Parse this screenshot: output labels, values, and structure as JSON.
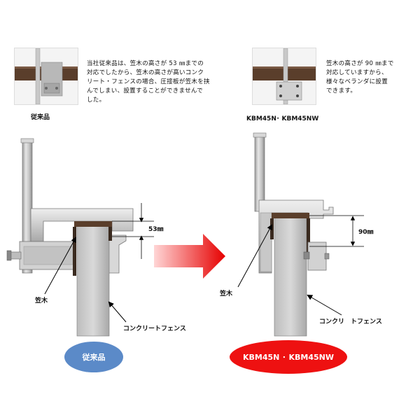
{
  "left_panel": {
    "photo_caption": "従来品",
    "description_lines": [
      "当社従来品は、笠木の高さが 53 ㎜までの",
      "対応でしたから、笠木の高さが高いコンク",
      "リート・フェンスの場合、圧接板が笠木を挟",
      "んでしまい、設置することができませんで",
      "した。"
    ],
    "dimension_label": "53㎜",
    "kasagi_label": "笠木",
    "fence_label": "コンクリートフェンス",
    "badge_label": "従来品"
  },
  "right_panel": {
    "photo_caption": "KBM45N･ KBM45NW",
    "description_lines": [
      "笠木の高さが 90 ㎜まで",
      "対応していますから、",
      "様々なベランダに設置",
      "できます。"
    ],
    "dimension_label": "90㎜",
    "kasagi_label": "笠木",
    "fence_label": "コンクリ　トフェンス",
    "badge_label": "KBM45N ･ KBM45NW"
  },
  "colors": {
    "badge_old": "#5b8ac8",
    "badge_new": "#ee1111",
    "arrow_start": "#ffd6d6",
    "arrow_end": "#e60000",
    "rail_brown": "#5a3e2b"
  }
}
